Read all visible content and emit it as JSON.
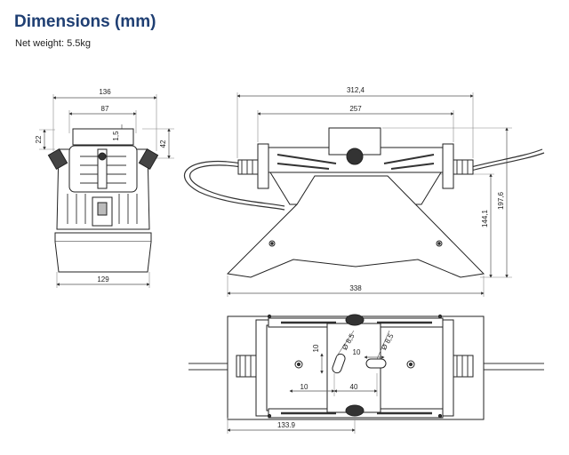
{
  "header": {
    "title": "Dimensions (mm)",
    "subtitle": "Net weight: 5.5kg"
  },
  "dimensions": {
    "side_width_top": "136",
    "side_width_inner": "87",
    "side_left_height": "22",
    "side_gap": "1,5",
    "side_right_height": "42",
    "side_base_width": "129",
    "front_overall_width": "312,4",
    "front_bracket_width": "257",
    "front_total_height": "197,6",
    "front_mount_height": "144,1",
    "front_base_width": "338",
    "top_slot_height": "10",
    "top_hole_dia_left": "Ø 8,5",
    "top_hole_dia_right": "Ø 8,5",
    "top_slot_width": "10",
    "top_offset": "10",
    "top_hole_spacing": "40",
    "top_half_width": "133.9"
  },
  "colors": {
    "title": "#1f3f73",
    "line": "#222222",
    "dimension_line": "#555555"
  }
}
